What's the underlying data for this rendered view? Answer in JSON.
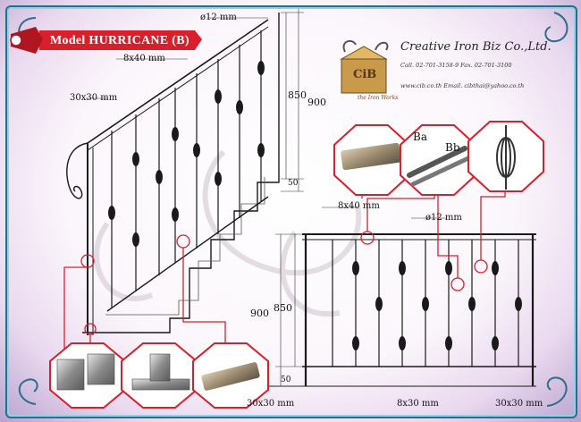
{
  "title": "Model HURRICANE (B)",
  "company": {
    "name": "Creative Iron Biz Co.,Ltd.",
    "phone_line": "Call. 02-701-3158-9 Fax. 02-701-3100",
    "web_line": "www.cib.co.th Email. cibthai@yahoo.co.th",
    "logo_text": "CiB",
    "logo_sub": "the Iron Works"
  },
  "dimensions": {
    "rod_top": "ø12 mm",
    "flat_top": "8x40 mm",
    "square_post": "30x30 mm",
    "h850_stair": "850",
    "h900_stair": "900",
    "base_stair": "50",
    "flat_mid": "8x40 mm",
    "rod_mid": "ø12 mm",
    "h900_rail": "900",
    "h850_rail": "850",
    "base_rail": "50",
    "square_bottom_left": "30x30 mm",
    "flat_bottom": "8x30 mm",
    "square_bottom_right": "30x30 mm"
  },
  "detail_labels": {
    "ba": "Ba",
    "bb": "Bb"
  },
  "colors": {
    "accent_red": "#d81f2a",
    "frame": "#2c6d8a",
    "line": "#1a1a1a"
  }
}
